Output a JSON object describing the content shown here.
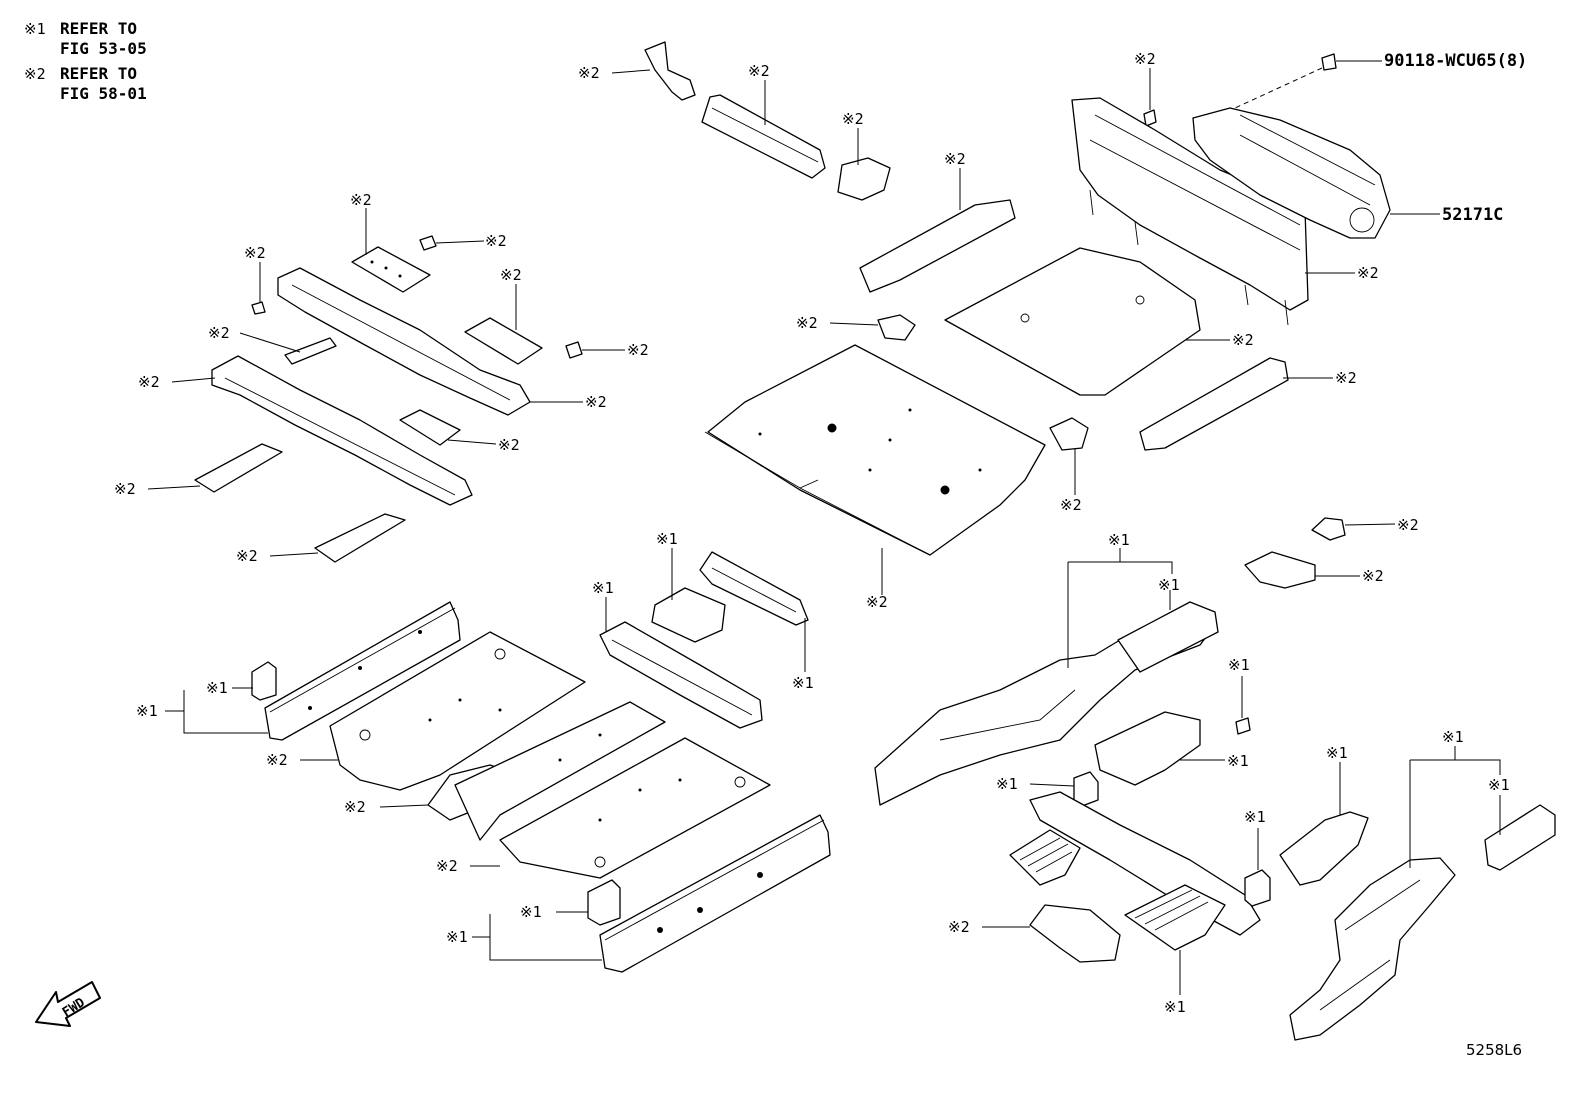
{
  "legend": {
    "ref1_mark": "※1",
    "ref1_text_line1": "REFER TO",
    "ref1_text_line2": "FIG 53-05",
    "ref2_mark": "※2",
    "ref2_text_line1": "REFER TO",
    "ref2_text_line2": "FIG 58-01"
  },
  "labels": {
    "ref1": "※1",
    "ref2": "※2"
  },
  "parts": {
    "bolt_part_number": "90118-WCU65(8)",
    "rear_panel_part_number": "52171C"
  },
  "fwd_label": "FWD",
  "catalog_code": "5258L6"
}
